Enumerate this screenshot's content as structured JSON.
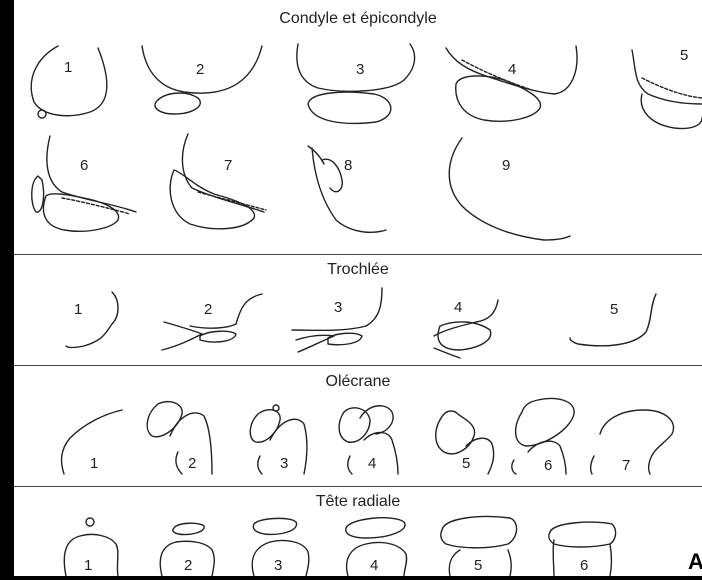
{
  "sections": {
    "condyle": {
      "title": "Condyle et épicondyle",
      "stages": [
        "1",
        "2",
        "3",
        "4",
        "5",
        "6",
        "7",
        "8",
        "9"
      ]
    },
    "trochlee": {
      "title": "Trochlée",
      "stages": [
        "1",
        "2",
        "3",
        "4",
        "5"
      ]
    },
    "olecrane": {
      "title": "Olécrane",
      "stages": [
        "1",
        "2",
        "3",
        "4",
        "5",
        "6",
        "7"
      ]
    },
    "tete_radiale": {
      "title": "Tête radiale",
      "stages": [
        "1",
        "2",
        "3",
        "4",
        "5",
        "6"
      ]
    }
  },
  "edge_mark": "A"
}
